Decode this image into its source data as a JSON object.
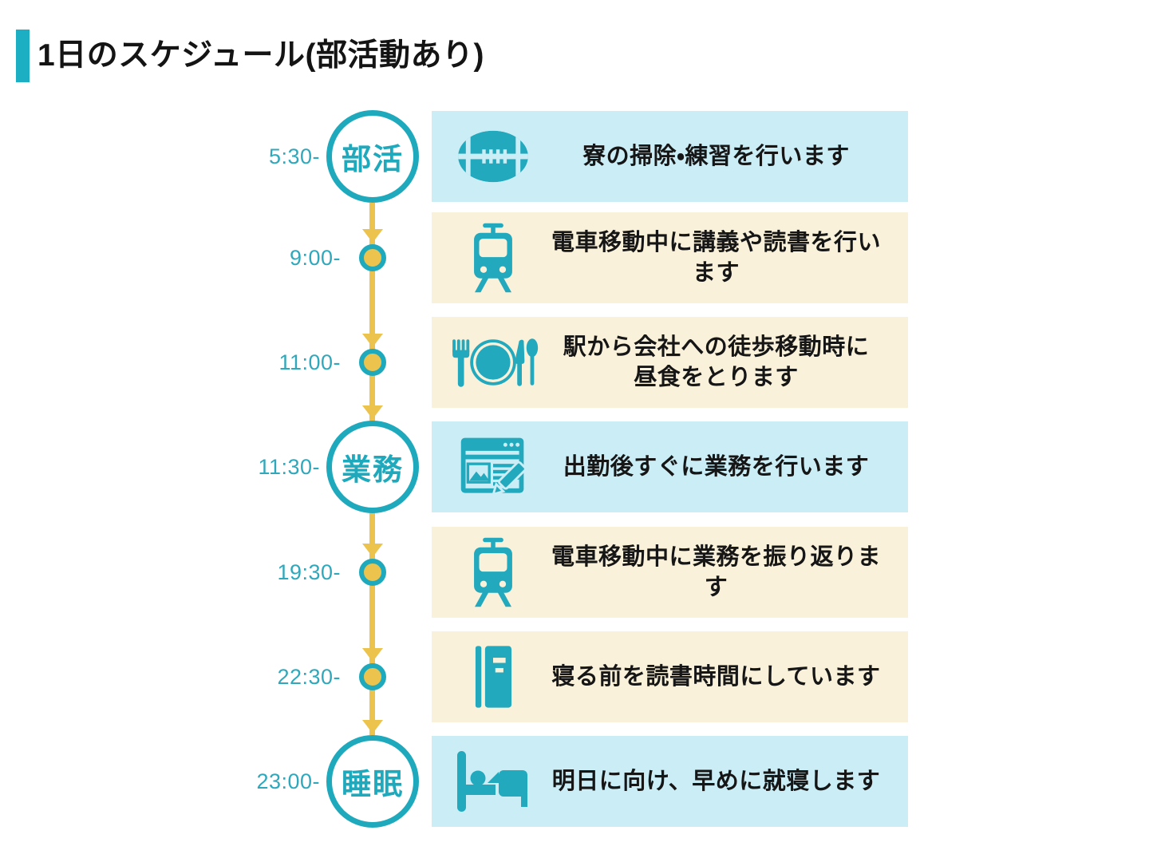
{
  "title": {
    "text": "1日のスケジュール(部活動あり)"
  },
  "colors": {
    "accent_teal": "#1FA9BD",
    "line_yellow": "#ECC34D",
    "card_blue": "#CAEDF6",
    "card_cream": "#FAF1DA",
    "title_text": "#141414",
    "body_text": "#161616"
  },
  "timeline": [
    {
      "time": "5:30-",
      "node_type": "circle",
      "node_label": "部活",
      "icon": "rugby-ball-icon",
      "description": "寮の掃除・練習を行います",
      "card_style": "blue"
    },
    {
      "time": "9:00-",
      "node_type": "dot",
      "node_label": "",
      "icon": "train-icon",
      "description": "電車移動中に講義や読書を行います",
      "card_style": "cream"
    },
    {
      "time": "11:00-",
      "node_type": "dot",
      "node_label": "",
      "icon": "meal-icon",
      "description": "駅から会社への徒歩移動時に\n昼食をとります",
      "card_style": "cream"
    },
    {
      "time": "11:30-",
      "node_type": "circle",
      "node_label": "業務",
      "icon": "work-browser-icon",
      "description": "出勤後すぐに業務を行います",
      "card_style": "blue"
    },
    {
      "time": "19:30-",
      "node_type": "dot",
      "node_label": "",
      "icon": "train-icon",
      "description": "電車移動中に業務を振り返ります",
      "card_style": "cream"
    },
    {
      "time": "22:30-",
      "node_type": "dot",
      "node_label": "",
      "icon": "book-icon",
      "description": "寝る前を読書時間にしています",
      "card_style": "cream"
    },
    {
      "time": "23:00-",
      "node_type": "circle",
      "node_label": "睡眠",
      "icon": "bed-icon",
      "description": "明日に向け、早めに就寝します",
      "card_style": "blue"
    }
  ]
}
